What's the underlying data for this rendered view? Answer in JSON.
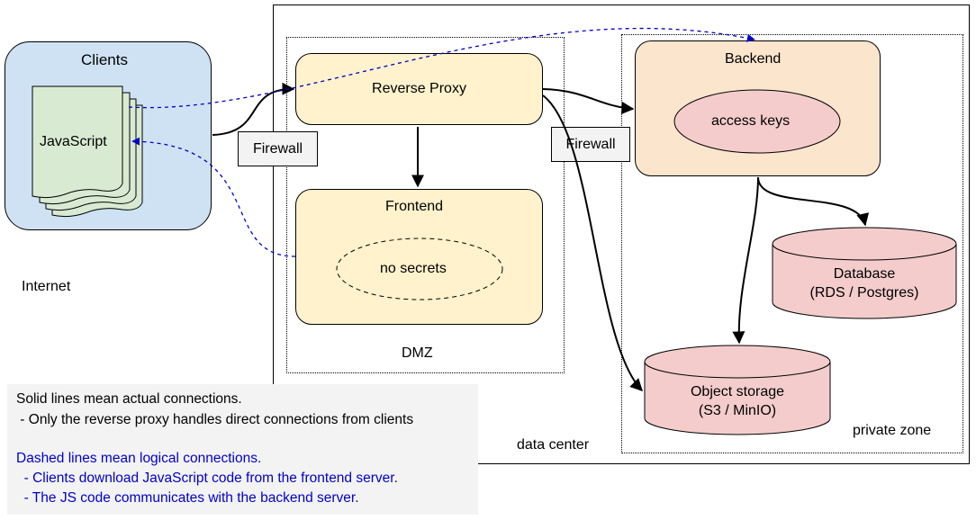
{
  "zones": {
    "internet": "Internet",
    "data_center": "data center",
    "dmz": "DMZ",
    "private_zone": "private zone"
  },
  "nodes": {
    "clients": "Clients",
    "javascript": "JavaScript",
    "reverse_proxy": "Reverse Proxy",
    "frontend": "Frontend",
    "no_secrets": "no secrets",
    "backend": "Backend",
    "access_keys": "access keys",
    "database_line1": "Database",
    "database_line2": "(RDS / Postgres)",
    "object_storage_line1": "Object storage",
    "object_storage_line2": "(S3 / MinIO)",
    "firewall_left": "Firewall",
    "firewall_right": "Firewall"
  },
  "legend": {
    "solid_title": "Solid lines mean actual connections.",
    "solid_item": " - Only the reverse proxy handles direct connections from clients",
    "dashed_title": "Dashed lines mean logical connections.",
    "dashed_item1": "  - Clients download JavaScript code from the frontend server.",
    "dashed_item2": "  - The JS code communicates with the backend server."
  },
  "colors": {
    "clients_fill": "#cfe2f3",
    "document_fill": "#d9ead3",
    "dmz_box_fill": "#fff2cc",
    "backend_fill": "#fce5cd",
    "storage_fill": "#f4cccc",
    "dashed_line": "#0000cc",
    "note_fill": "#f3f3f3"
  }
}
